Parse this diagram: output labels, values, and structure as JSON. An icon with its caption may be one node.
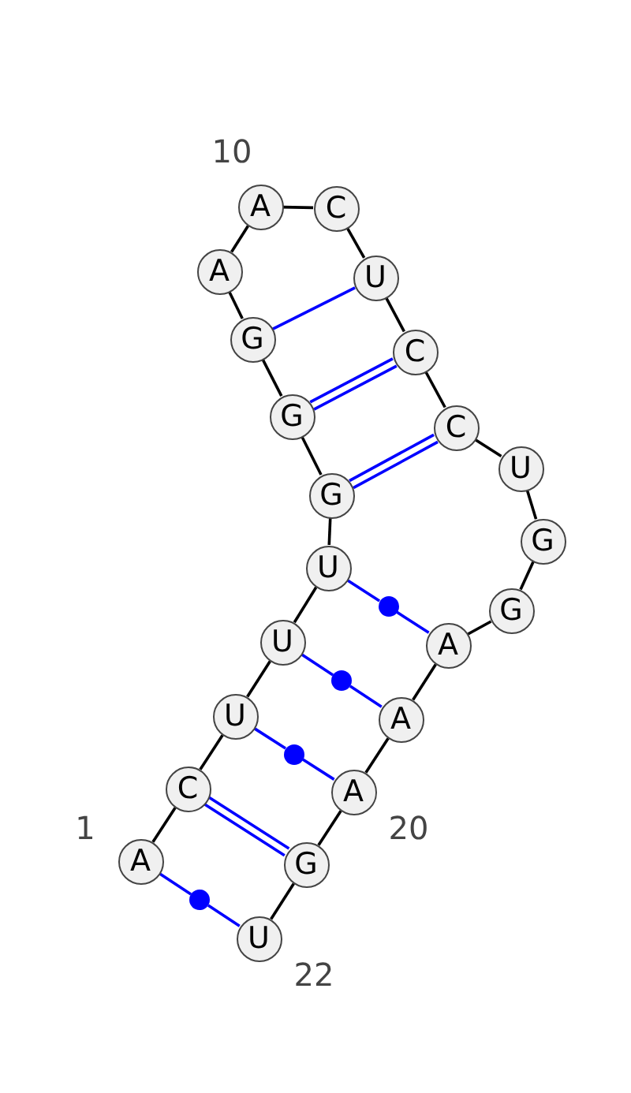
{
  "diagram": {
    "nodes": [
      {
        "text": [
          "A"
        ],
        "beside": [
          "1"
        ]
      },
      {
        "text": [
          "C"
        ]
      },
      {
        "text": [
          "U"
        ]
      },
      {
        "text": [
          "U"
        ]
      },
      {
        "text": [
          "U"
        ]
      },
      {
        "text": [
          "G"
        ]
      },
      {
        "text": [
          "G"
        ]
      },
      {
        "text": [
          "G"
        ]
      },
      {
        "text": [
          "A"
        ]
      },
      {
        "text": [
          "A"
        ],
        "beside": [
          "10"
        ]
      },
      {
        "text": [
          "C"
        ]
      },
      {
        "text": [
          "U"
        ]
      },
      {
        "text": [
          "C"
        ]
      },
      {
        "text": [
          "C"
        ]
      },
      {
        "text": [
          "U"
        ]
      },
      {
        "text": [
          "G"
        ]
      },
      {
        "text": [
          "G"
        ]
      },
      {
        "text": [
          "A"
        ]
      },
      {
        "text": [
          "A"
        ]
      },
      {
        "text": [
          "A"
        ],
        "beside": [
          "20"
        ]
      },
      {
        "text": [
          "G"
        ]
      },
      {
        "text": [
          "U"
        ],
        "beside": [
          "22"
        ]
      },
      {
        "text": [],
        "shape": "circle"
      },
      {
        "text": [],
        "shape": "circle"
      },
      {
        "text": [],
        "shape": "circle"
      },
      {
        "text": [],
        "shape": "circle"
      }
    ],
    "edges": [
      {
        "from": 0,
        "to": 1,
        "arrow": "none"
      },
      {
        "from": 1,
        "to": 2,
        "arrow": "none"
      },
      {
        "from": 2,
        "to": 3,
        "arrow": "none"
      },
      {
        "from": 3,
        "to": 4,
        "arrow": "none"
      },
      {
        "from": 4,
        "to": 5,
        "arrow": "none"
      },
      {
        "from": 5,
        "to": 6,
        "arrow": "none"
      },
      {
        "from": 6,
        "to": 7,
        "arrow": "none"
      },
      {
        "from": 7,
        "to": 8,
        "arrow": "none"
      },
      {
        "from": 8,
        "to": 9,
        "arrow": "none"
      },
      {
        "from": 9,
        "to": 10,
        "arrow": "none"
      },
      {
        "from": 10,
        "to": 11,
        "arrow": "none"
      },
      {
        "from": 11,
        "to": 12,
        "arrow": "none"
      },
      {
        "from": 12,
        "to": 13,
        "arrow": "none"
      },
      {
        "from": 13,
        "to": 14,
        "arrow": "none"
      },
      {
        "from": 14,
        "to": 15,
        "arrow": "none"
      },
      {
        "from": 15,
        "to": 16,
        "arrow": "none"
      },
      {
        "from": 16,
        "to": 17,
        "arrow": "none"
      },
      {
        "from": 17,
        "to": 18,
        "arrow": "none"
      },
      {
        "from": 18,
        "to": 19,
        "arrow": "none"
      },
      {
        "from": 19,
        "to": 20,
        "arrow": "none"
      },
      {
        "from": 20,
        "to": 21,
        "arrow": "none"
      },
      {
        "from": 0,
        "to": 25,
        "arrow": "none",
        "color": "#0000ff"
      },
      {
        "from": 25,
        "to": 21,
        "arrow": "none",
        "color": "#0000ff"
      },
      {
        "from": 1,
        "to": 20,
        "arrow": "none",
        "color": "#0000ff"
      },
      {
        "from": 1,
        "to": 20,
        "arrow": "none",
        "color": "#0000ff"
      },
      {
        "from": 2,
        "to": 24,
        "arrow": "none",
        "color": "#0000ff"
      },
      {
        "from": 24,
        "to": 19,
        "arrow": "none",
        "color": "#0000ff"
      },
      {
        "from": 3,
        "to": 23,
        "arrow": "none",
        "color": "#0000ff"
      },
      {
        "from": 23,
        "to": 18,
        "arrow": "none",
        "color": "#0000ff"
      },
      {
        "from": 4,
        "to": 22,
        "arrow": "none",
        "color": "#0000ff"
      },
      {
        "from": 22,
        "to": 17,
        "arrow": "none",
        "color": "#0000ff"
      },
      {
        "from": 5,
        "to": 13,
        "arrow": "none",
        "color": "#0000ff"
      },
      {
        "from": 5,
        "to": 13,
        "arrow": "none",
        "color": "#0000ff"
      },
      {
        "from": 6,
        "to": 12,
        "arrow": "none",
        "color": "#0000ff"
      },
      {
        "from": 6,
        "to": 12,
        "arrow": "none",
        "color": "#0000ff"
      },
      {
        "from": 7,
        "to": 11,
        "arrow": "none",
        "color": "#0000ff"
      }
    ]
  }
}
